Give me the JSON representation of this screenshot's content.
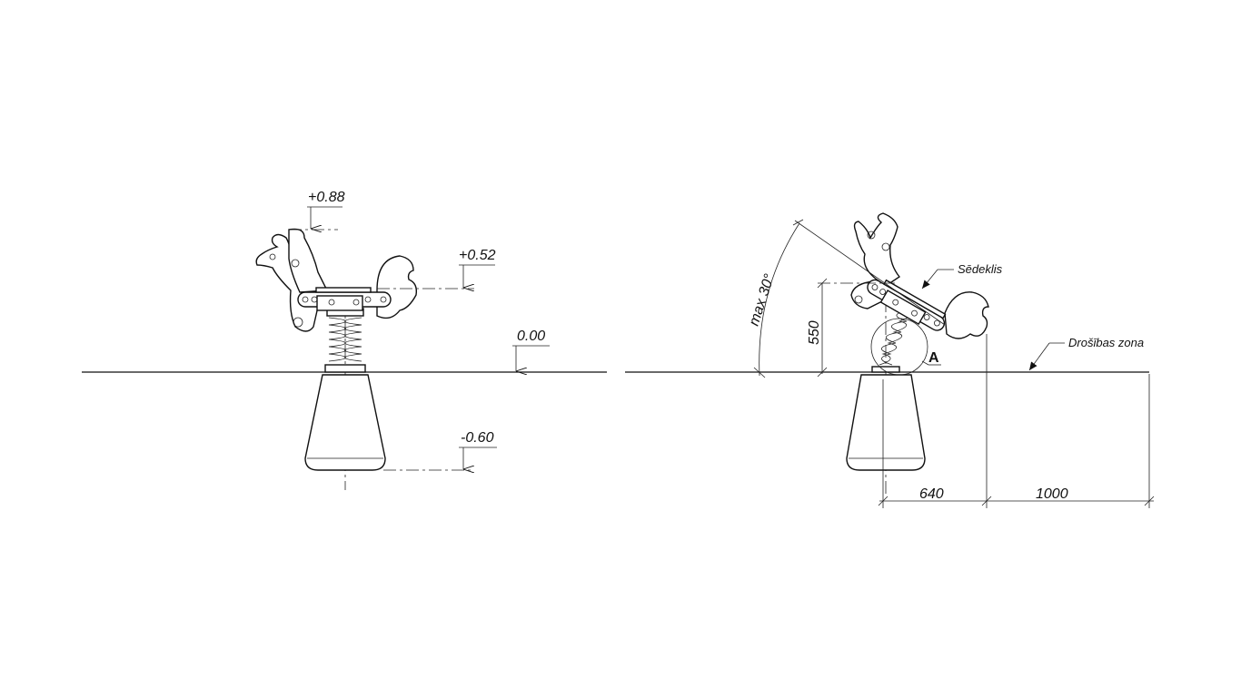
{
  "front_view": {
    "elevations": [
      "+0.88",
      "+0.52",
      "0.00",
      "-0.60"
    ]
  },
  "side_view": {
    "angle_label": "max 30°",
    "height_label": "550",
    "seat_label": "Sēdeklis",
    "detail_label": "A",
    "safety_zone_label": "Drošības zona",
    "dimensions": [
      "640",
      "1000"
    ]
  }
}
